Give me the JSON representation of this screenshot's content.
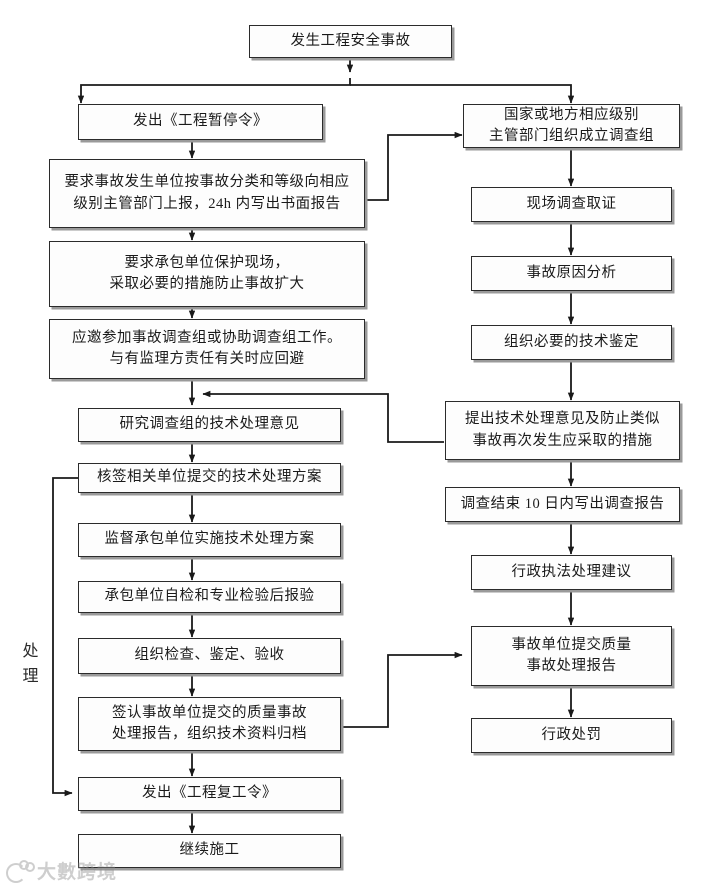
{
  "diagram": {
    "title_text": "发生工程安全事故",
    "side_label": "处理",
    "watermark": "大數跨境",
    "colors": {
      "box_border": "#2b2b2b",
      "box_fill": "#fdfdfd",
      "box_shadow": "#9a9a9a",
      "line": "#1a1a1a",
      "text": "#1a1a1a"
    },
    "nodes": [
      {
        "id": "start",
        "lines": [
          "发生工程安全事故"
        ]
      },
      {
        "id": "L1",
        "lines": [
          "发出《工程暂停令》"
        ]
      },
      {
        "id": "L2",
        "lines": [
          "要求事故发生单位按事故分类和等级向相应",
          "级别主管部门上报，24h 内写出书面报告"
        ]
      },
      {
        "id": "L3",
        "lines": [
          "要求承包单位保护现场，",
          "采取必要的措施防止事故扩大"
        ]
      },
      {
        "id": "L4",
        "lines": [
          "应邀参加事故调查组或协助调查组工作。",
          "与有监理方责任有关时应回避"
        ]
      },
      {
        "id": "L5",
        "lines": [
          "研究调查组的技术处理意见"
        ]
      },
      {
        "id": "L6",
        "lines": [
          "核签相关单位提交的技术处理方案"
        ]
      },
      {
        "id": "L7",
        "lines": [
          "监督承包单位实施技术处理方案"
        ]
      },
      {
        "id": "L8",
        "lines": [
          "承包单位自检和专业检验后报验"
        ]
      },
      {
        "id": "L9",
        "lines": [
          "组织检查、鉴定、验收"
        ]
      },
      {
        "id": "L10",
        "lines": [
          "签认事故单位提交的质量事故",
          "处理报告，组织技术资料归档"
        ]
      },
      {
        "id": "L11",
        "lines": [
          "发出《工程复工令》"
        ]
      },
      {
        "id": "L12",
        "lines": [
          "继续施工"
        ]
      },
      {
        "id": "R1",
        "lines": [
          "国家或地方相应级别",
          "主管部门组织成立调查组"
        ]
      },
      {
        "id": "R2",
        "lines": [
          "现场调查取证"
        ]
      },
      {
        "id": "R3",
        "lines": [
          "事故原因分析"
        ]
      },
      {
        "id": "R4",
        "lines": [
          "组织必要的技术鉴定"
        ]
      },
      {
        "id": "R5",
        "lines": [
          "提出技术处理意见及防止类似",
          "事故再次发生应采取的措施"
        ]
      },
      {
        "id": "R6",
        "lines": [
          "调查结束 10 日内写出调查报告"
        ]
      },
      {
        "id": "R7",
        "lines": [
          "行政执法处理建议"
        ]
      },
      {
        "id": "R8",
        "lines": [
          "事故单位提交质量",
          "事故处理报告"
        ]
      },
      {
        "id": "R9",
        "lines": [
          "行政处罚"
        ]
      }
    ],
    "edges": [
      {
        "from": "start",
        "to": "L1",
        "kind": "split-left"
      },
      {
        "from": "start",
        "to": "R1",
        "kind": "split-right"
      },
      {
        "from": "L1",
        "to": "L2",
        "kind": "down"
      },
      {
        "from": "L2",
        "to": "R1",
        "kind": "right-up"
      },
      {
        "from": "L2",
        "to": "L3",
        "kind": "down"
      },
      {
        "from": "L3",
        "to": "L4",
        "kind": "down"
      },
      {
        "from": "L4",
        "to": "L5",
        "kind": "down"
      },
      {
        "from": "R5",
        "to": "L5",
        "kind": "left-feedback"
      },
      {
        "from": "L5",
        "to": "L6",
        "kind": "down"
      },
      {
        "from": "L6",
        "to": "L7",
        "kind": "down"
      },
      {
        "from": "L7",
        "to": "L8",
        "kind": "down"
      },
      {
        "from": "L8",
        "to": "L9",
        "kind": "down"
      },
      {
        "from": "L9",
        "to": "L10",
        "kind": "down"
      },
      {
        "from": "L10",
        "to": "L11",
        "kind": "down"
      },
      {
        "from": "L6",
        "to": "L11",
        "kind": "left-loop"
      },
      {
        "from": "L10",
        "to": "R8",
        "kind": "right-up"
      },
      {
        "from": "L11",
        "to": "L12",
        "kind": "down"
      },
      {
        "from": "R1",
        "to": "R2",
        "kind": "down"
      },
      {
        "from": "R2",
        "to": "R3",
        "kind": "down"
      },
      {
        "from": "R3",
        "to": "R4",
        "kind": "down"
      },
      {
        "from": "R4",
        "to": "R5",
        "kind": "down"
      },
      {
        "from": "R5",
        "to": "R6",
        "kind": "down"
      },
      {
        "from": "R6",
        "to": "R7",
        "kind": "down"
      },
      {
        "from": "R7",
        "to": "R8",
        "kind": "down"
      },
      {
        "from": "R8",
        "to": "R9",
        "kind": "down"
      }
    ]
  }
}
